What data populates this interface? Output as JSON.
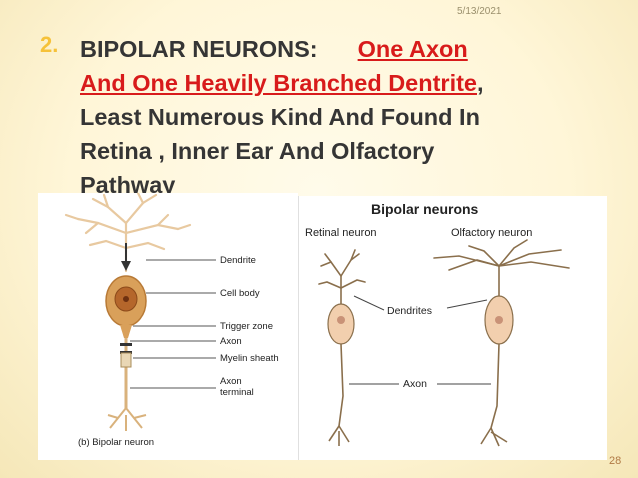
{
  "slide": {
    "date": "5/13/2021",
    "page_number": "28",
    "item_number": "2.",
    "heading": "BIPOLAR NEURONS:",
    "highlight_line1": "One Axon",
    "highlight_line2": "And One Heavily Branched Dentrite",
    "comma": ",",
    "body_line3": "Least  Numerous Kind And Found In",
    "body_line4": "Retina ,  Inner Ear And Olfactory",
    "body_line5": "Pathway"
  },
  "figure_left": {
    "labels": {
      "dendrite": "Dendrite",
      "cell_body": "Cell body",
      "trigger_zone": "Trigger zone",
      "axon": "Axon",
      "myelin_sheath": "Myelin sheath",
      "axon_terminal_1": "Axon",
      "axon_terminal_2": "terminal"
    },
    "caption": "(b) Bipolar neuron"
  },
  "figure_right": {
    "title": "Bipolar neurons",
    "retinal_label": "Retinal neuron",
    "olfactory_label": "Olfactory neuron",
    "dendrites_label": "Dendrites",
    "axon_label": "Axon"
  },
  "colors": {
    "number": "#f6c23a",
    "body_text": "#353535",
    "highlight": "#d81b1b",
    "cell_body": "#d9a05a"
  }
}
